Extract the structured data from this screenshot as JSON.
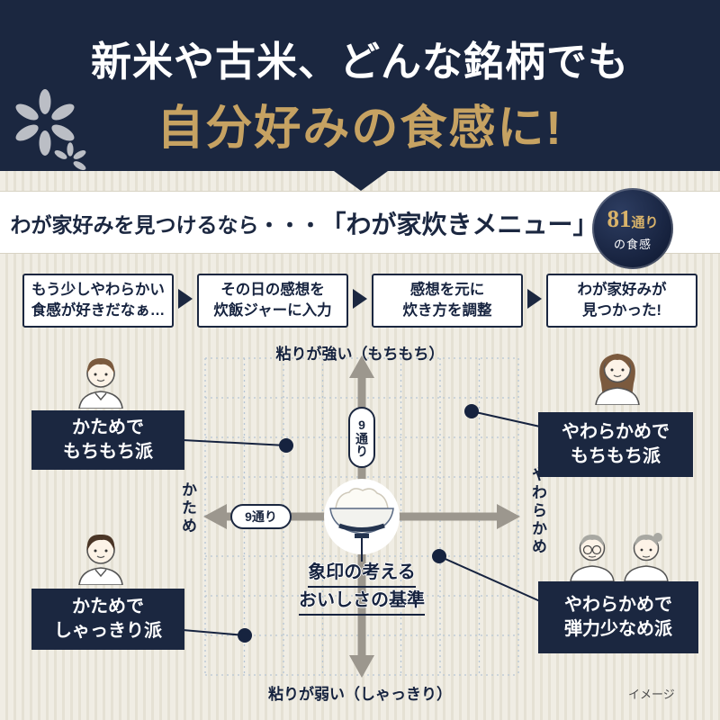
{
  "colors": {
    "navy": "#1b2740",
    "gold": "#c6a262"
  },
  "hero": {
    "line1": "新米や古米、どんな銘柄でも",
    "line2": "自分好みの食感に!"
  },
  "band": {
    "prefix": "わが家好みを見つけるなら・・・",
    "product": "「わが家炊きメニュー」",
    "badge": {
      "number": "81",
      "unit": "通り",
      "caption": "の食感"
    }
  },
  "steps": [
    {
      "line1": "もう少しやわらかい",
      "line2": "食感が好きだなぁ…"
    },
    {
      "line1": "その日の感想を",
      "line2": "炊飯ジャーに入力"
    },
    {
      "line1": "感想を元に",
      "line2": "炊き方を調整"
    },
    {
      "line1": "わが家好みが",
      "line2": "見つかった!"
    }
  ],
  "matrix": {
    "axis_top": "粘りが強い（もちもち）",
    "axis_bottom": "粘りが弱い（しゃっきり）",
    "axis_left": "かため",
    "axis_right": "やわらかめ",
    "pill_vertical": "9通り",
    "pill_horizontal": "9通り",
    "caption_line1": "象印の考える",
    "caption_line2": "おいしさの基準",
    "callouts": {
      "top_left": {
        "line1": "かためで",
        "line2": "もちもち派"
      },
      "top_right": {
        "line1": "やわらかめで",
        "line2": "もちもち派"
      },
      "bottom_left": {
        "line1": "かためで",
        "line2": "しゃっきり派"
      },
      "bottom_right": {
        "line1": "やわらかめで",
        "line2": "弾力少なめ派"
      }
    }
  },
  "note": "イメージ"
}
